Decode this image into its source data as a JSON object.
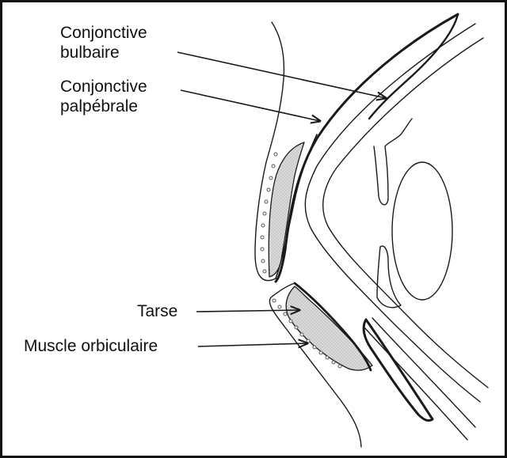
{
  "labels": {
    "bulbar_line1": "Conjonctive",
    "bulbar_line2": "bulbaire",
    "palpebral_line1": "Conjonctive",
    "palpebral_line2": "palpébrale",
    "tarsus": "Tarse",
    "orbicularis": "Muscle orbiculaire"
  },
  "colors": {
    "frame": "#111111",
    "ink": "#1a1a1a",
    "tarsus_fill": "#d9d9d9",
    "background": "#ffffff"
  }
}
